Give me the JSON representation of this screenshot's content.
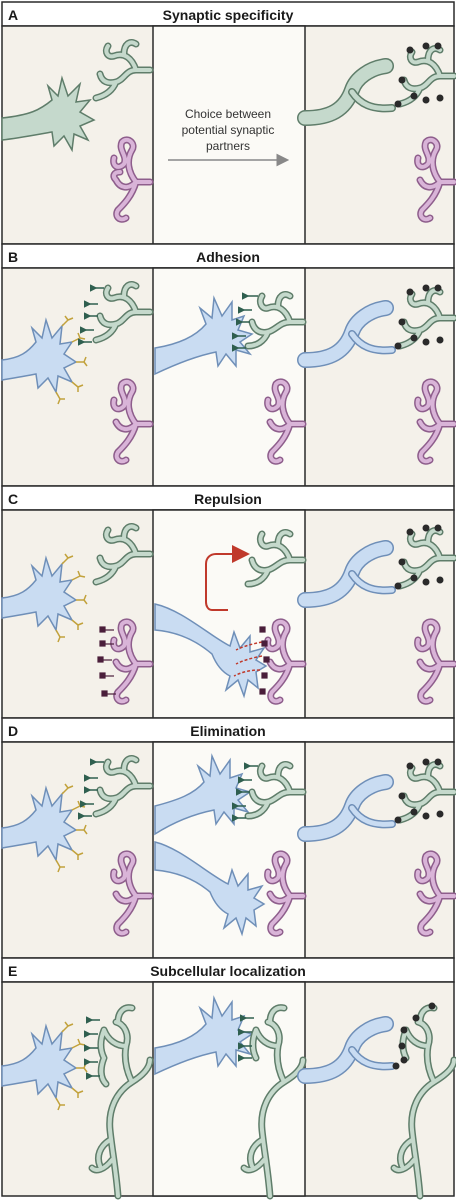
{
  "panels": [
    {
      "letter": "A",
      "title": "Synaptic specificity"
    },
    {
      "letter": "B",
      "title": "Adhesion"
    },
    {
      "letter": "C",
      "title": "Repulsion"
    },
    {
      "letter": "D",
      "title": "Elimination"
    },
    {
      "letter": "E",
      "title": "Subcellular localization"
    }
  ],
  "panel_a_note": {
    "line1": "Choice between",
    "line2": "potential synaptic",
    "line3": "partners"
  },
  "colors": {
    "green_fill": "#c5d9cc",
    "green_stroke": "#5f7d6a",
    "purple_fill": "#d9b4d8",
    "purple_stroke": "#8e5e8c",
    "blue_fill": "#c9dcf2",
    "blue_stroke": "#6f8fb8",
    "receptor": "#c2a23c",
    "ligand": "#2f5f4f",
    "repellent": "#4a1e3a",
    "arrow_red": "#c0392b",
    "panel_bg": "#f4f1ea",
    "border": "#2a2a2a"
  }
}
